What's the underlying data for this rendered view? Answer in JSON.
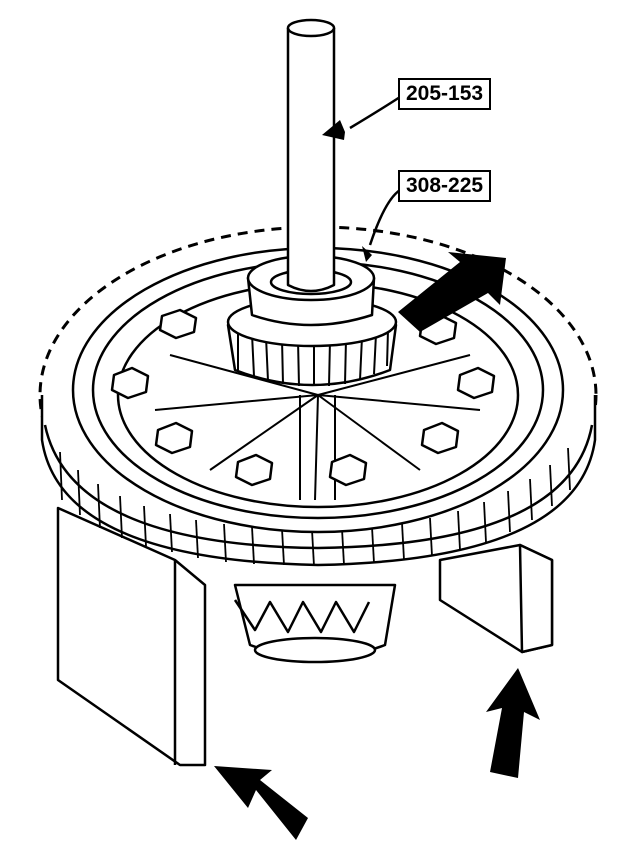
{
  "callouts": [
    {
      "id": "tool-1",
      "text": "205-153"
    },
    {
      "id": "tool-2",
      "text": "308-225"
    }
  ],
  "colors": {
    "ink": "#000000",
    "paper": "#ffffff"
  },
  "icons": [
    "direction-arrow-icon",
    "bolt-icon"
  ]
}
